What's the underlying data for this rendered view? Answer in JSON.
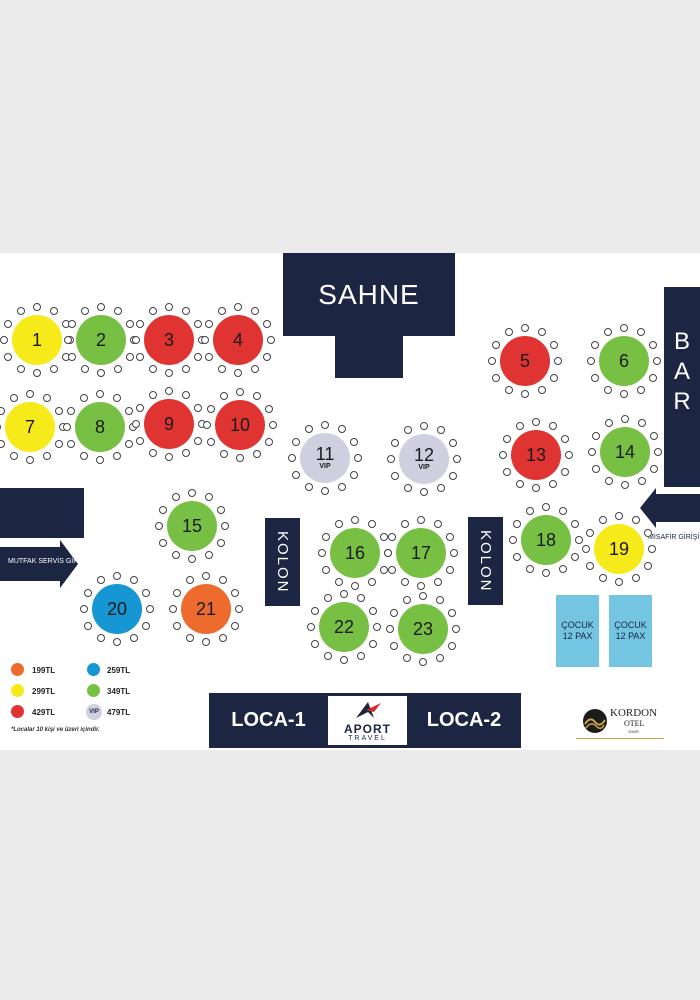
{
  "stage": {
    "label": "SAHNE"
  },
  "bar": {
    "letters": [
      "B",
      "A",
      "R"
    ]
  },
  "columns": [
    {
      "label": "KOLON"
    },
    {
      "label": "KOLON"
    }
  ],
  "entrances": {
    "kitchen": "MUTFAK SERVİS GİRİŞİ",
    "guest": "MİSAFİR GİRİŞİ"
  },
  "child_areas": [
    {
      "label": "ÇOCUK 12 PAX"
    },
    {
      "label": "ÇOCUK 12 PAX"
    }
  ],
  "tables": [
    {
      "number": "1",
      "color": "#f7ea1b",
      "tag": ""
    },
    {
      "number": "2",
      "color": "#77c043",
      "tag": ""
    },
    {
      "number": "3",
      "color": "#df3431",
      "tag": ""
    },
    {
      "number": "4",
      "color": "#df3431",
      "tag": ""
    },
    {
      "number": "5",
      "color": "#df3431",
      "tag": ""
    },
    {
      "number": "6",
      "color": "#77c043",
      "tag": ""
    },
    {
      "number": "7",
      "color": "#f7ea1b",
      "tag": ""
    },
    {
      "number": "8",
      "color": "#77c043",
      "tag": ""
    },
    {
      "number": "9",
      "color": "#df3431",
      "tag": ""
    },
    {
      "number": "10",
      "color": "#df3431",
      "tag": ""
    },
    {
      "number": "11",
      "color": "#cfcfe0",
      "tag": "VIP"
    },
    {
      "number": "12",
      "color": "#cfcfe0",
      "tag": "VIP"
    },
    {
      "number": "13",
      "color": "#df3431",
      "tag": ""
    },
    {
      "number": "14",
      "color": "#77c043",
      "tag": ""
    },
    {
      "number": "15",
      "color": "#77c043",
      "tag": ""
    },
    {
      "number": "16",
      "color": "#77c043",
      "tag": ""
    },
    {
      "number": "17",
      "color": "#77c043",
      "tag": ""
    },
    {
      "number": "18",
      "color": "#77c043",
      "tag": ""
    },
    {
      "number": "19",
      "color": "#f7ea1b",
      "tag": ""
    },
    {
      "number": "20",
      "color": "#1696d2",
      "tag": ""
    },
    {
      "number": "21",
      "color": "#ec6b2d",
      "tag": ""
    },
    {
      "number": "22",
      "color": "#77c043",
      "tag": ""
    },
    {
      "number": "23",
      "color": "#77c043",
      "tag": ""
    }
  ],
  "legend": {
    "items": [
      {
        "color": "#ec6b2d",
        "price": "199TL",
        "tag": ""
      },
      {
        "color": "#1696d2",
        "price": "259TL",
        "tag": ""
      },
      {
        "color": "#f7ea1b",
        "price": "299TL",
        "tag": ""
      },
      {
        "color": "#77c043",
        "price": "349TL",
        "tag": ""
      },
      {
        "color": "#df3431",
        "price": "429TL",
        "tag": ""
      },
      {
        "color": "#cfcfe0",
        "price": "479TL",
        "tag": "VIP"
      }
    ],
    "note": "*Localar 10 kişi ve üzeri içindir."
  },
  "loca": {
    "left": "LOCA-1",
    "right": "LOCA-2"
  },
  "brand": {
    "name": "APORT",
    "sub": "TRAVEL"
  },
  "hotel": {
    "name": "KORDON",
    "sub": "OTEL",
    "city": "İZMİR"
  }
}
